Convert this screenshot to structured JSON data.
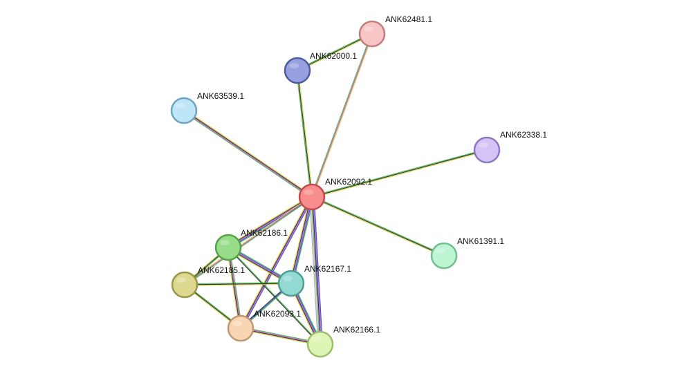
{
  "network": {
    "nodes": [
      {
        "id": "ANK62092.1",
        "label": "ANK62092.1",
        "fill": "#f88d8d",
        "stroke": "#c24c4c"
      },
      {
        "id": "ANK62481.1",
        "label": "ANK62481.1",
        "fill": "#f7c5c5",
        "stroke": "#c07d7d"
      },
      {
        "id": "ANK62000.1",
        "label": "ANK62000.1",
        "fill": "#97a1e0",
        "stroke": "#4c5aa0"
      },
      {
        "id": "ANK63539.1",
        "label": "ANK63539.1",
        "fill": "#bde6f8",
        "stroke": "#6fa3bd"
      },
      {
        "id": "ANK62338.1",
        "label": "ANK62338.1",
        "fill": "#d4c3f5",
        "stroke": "#8c76c0"
      },
      {
        "id": "ANK61391.1",
        "label": "ANK61391.1",
        "fill": "#bdf5d3",
        "stroke": "#72bd8e"
      },
      {
        "id": "ANK62186.1",
        "label": "ANK62186.1",
        "fill": "#97dd89",
        "stroke": "#55a147"
      },
      {
        "id": "ANK62185.1",
        "label": "ANK62185.1",
        "fill": "#dcd88f",
        "stroke": "#9a9548"
      },
      {
        "id": "ANK62167.1",
        "label": "ANK62167.1",
        "fill": "#91d9d1",
        "stroke": "#4f9c93"
      },
      {
        "id": "ANK62093.1",
        "label": "ANK62093.1",
        "fill": "#f9d6b3",
        "stroke": "#c29671"
      },
      {
        "id": "ANK62166.1",
        "label": "ANK62166.1",
        "fill": "#def5b5",
        "stroke": "#9cbd6c"
      }
    ],
    "edges": [
      {
        "source": "ANK62092.1",
        "target": "ANK62481.1",
        "colors": [
          "#3ab03a",
          "#cc44cc",
          "#d8d84a"
        ]
      },
      {
        "source": "ANK62092.1",
        "target": "ANK62000.1",
        "colors": [
          "#3ab03a",
          "#222222",
          "#d8d84a"
        ]
      },
      {
        "source": "ANK62000.1",
        "target": "ANK62481.1",
        "colors": [
          "#3ab03a",
          "#222222",
          "#d8d84a"
        ]
      },
      {
        "source": "ANK62092.1",
        "target": "ANK63539.1",
        "colors": [
          "#3ab03a",
          "#cc44cc",
          "#222222",
          "#d8d84a"
        ]
      },
      {
        "source": "ANK62092.1",
        "target": "ANK62338.1",
        "colors": [
          "#3ab03a",
          "#222222",
          "#d8d84a"
        ]
      },
      {
        "source": "ANK62092.1",
        "target": "ANK61391.1",
        "colors": [
          "#3ab03a",
          "#222222",
          "#d8d84a"
        ]
      },
      {
        "source": "ANK62092.1",
        "target": "ANK62186.1",
        "colors": [
          "#3ab03a",
          "#2244cc",
          "#cc44cc",
          "#222222",
          "#d8d84a"
        ]
      },
      {
        "source": "ANK62092.1",
        "target": "ANK62185.1",
        "colors": [
          "#3ab03a",
          "#cc44cc",
          "#d8d84a"
        ]
      },
      {
        "source": "ANK62092.1",
        "target": "ANK62167.1",
        "colors": [
          "#3ab03a",
          "#2244cc",
          "#cc44cc",
          "#222222",
          "#d8d84a"
        ]
      },
      {
        "source": "ANK62092.1",
        "target": "ANK62093.1",
        "colors": [
          "#2244cc",
          "#cc44cc",
          "#222222",
          "#d8d84a"
        ]
      },
      {
        "source": "ANK62092.1",
        "target": "ANK62166.1",
        "colors": [
          "#2244cc",
          "#cc44cc",
          "#222222",
          "#4a9ad8",
          "#d8d84a",
          "#a0a0e0"
        ]
      },
      {
        "source": "ANK62186.1",
        "target": "ANK62185.1",
        "colors": [
          "#3ab03a",
          "#222222",
          "#d8d84a"
        ]
      },
      {
        "source": "ANK62186.1",
        "target": "ANK62167.1",
        "colors": [
          "#3ab03a",
          "#2244cc",
          "#cc44cc",
          "#222222",
          "#d8d84a"
        ]
      },
      {
        "source": "ANK62186.1",
        "target": "ANK62093.1",
        "colors": [
          "#3ab03a",
          "#cc44cc",
          "#222222",
          "#d8d84a"
        ]
      },
      {
        "source": "ANK62186.1",
        "target": "ANK62166.1",
        "colors": [
          "#3ab03a",
          "#222222"
        ]
      },
      {
        "source": "ANK62185.1",
        "target": "ANK62167.1",
        "colors": [
          "#3ab03a",
          "#222222",
          "#d8d84a"
        ]
      },
      {
        "source": "ANK62185.1",
        "target": "ANK62093.1",
        "colors": [
          "#3ab03a",
          "#222222",
          "#d8d84a"
        ]
      },
      {
        "source": "ANK62167.1",
        "target": "ANK62093.1",
        "colors": [
          "#3ab03a",
          "#2244cc",
          "#222222"
        ]
      },
      {
        "source": "ANK62167.1",
        "target": "ANK62166.1",
        "colors": [
          "#3ab03a",
          "#2244cc",
          "#cc44cc",
          "#222222",
          "#d8d84a"
        ]
      },
      {
        "source": "ANK62093.1",
        "target": "ANK62166.1",
        "colors": [
          "#3ab03a",
          "#cc44cc",
          "#222222",
          "#d8d84a"
        ]
      }
    ]
  }
}
